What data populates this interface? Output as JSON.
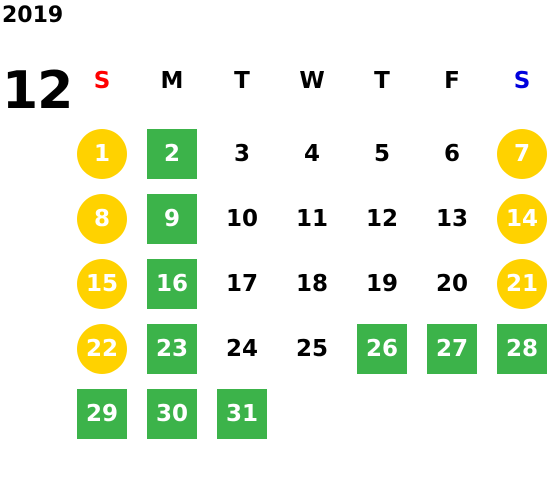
{
  "calendar": {
    "year": "2019",
    "month": "12",
    "weekdays": [
      {
        "label": "S",
        "color": "#ff0000"
      },
      {
        "label": "M",
        "color": "#000000"
      },
      {
        "label": "T",
        "color": "#000000"
      },
      {
        "label": "W",
        "color": "#000000"
      },
      {
        "label": "T",
        "color": "#000000"
      },
      {
        "label": "F",
        "color": "#000000"
      },
      {
        "label": "S",
        "color": "#0000dd"
      }
    ],
    "colors": {
      "holiday_circle": "#ffd200",
      "highlight_square": "#3cb34a"
    },
    "days": [
      {
        "n": "1",
        "style": "circle"
      },
      {
        "n": "2",
        "style": "square"
      },
      {
        "n": "3",
        "style": "plain"
      },
      {
        "n": "4",
        "style": "plain"
      },
      {
        "n": "5",
        "style": "plain"
      },
      {
        "n": "6",
        "style": "plain"
      },
      {
        "n": "7",
        "style": "circle"
      },
      {
        "n": "8",
        "style": "circle"
      },
      {
        "n": "9",
        "style": "square"
      },
      {
        "n": "10",
        "style": "plain"
      },
      {
        "n": "11",
        "style": "plain"
      },
      {
        "n": "12",
        "style": "plain"
      },
      {
        "n": "13",
        "style": "plain"
      },
      {
        "n": "14",
        "style": "circle"
      },
      {
        "n": "15",
        "style": "circle"
      },
      {
        "n": "16",
        "style": "square"
      },
      {
        "n": "17",
        "style": "plain"
      },
      {
        "n": "18",
        "style": "plain"
      },
      {
        "n": "19",
        "style": "plain"
      },
      {
        "n": "20",
        "style": "plain"
      },
      {
        "n": "21",
        "style": "circle"
      },
      {
        "n": "22",
        "style": "circle"
      },
      {
        "n": "23",
        "style": "square"
      },
      {
        "n": "24",
        "style": "plain"
      },
      {
        "n": "25",
        "style": "plain"
      },
      {
        "n": "26",
        "style": "square"
      },
      {
        "n": "27",
        "style": "square"
      },
      {
        "n": "28",
        "style": "square"
      },
      {
        "n": "29",
        "style": "square"
      },
      {
        "n": "30",
        "style": "square"
      },
      {
        "n": "31",
        "style": "square"
      }
    ]
  }
}
